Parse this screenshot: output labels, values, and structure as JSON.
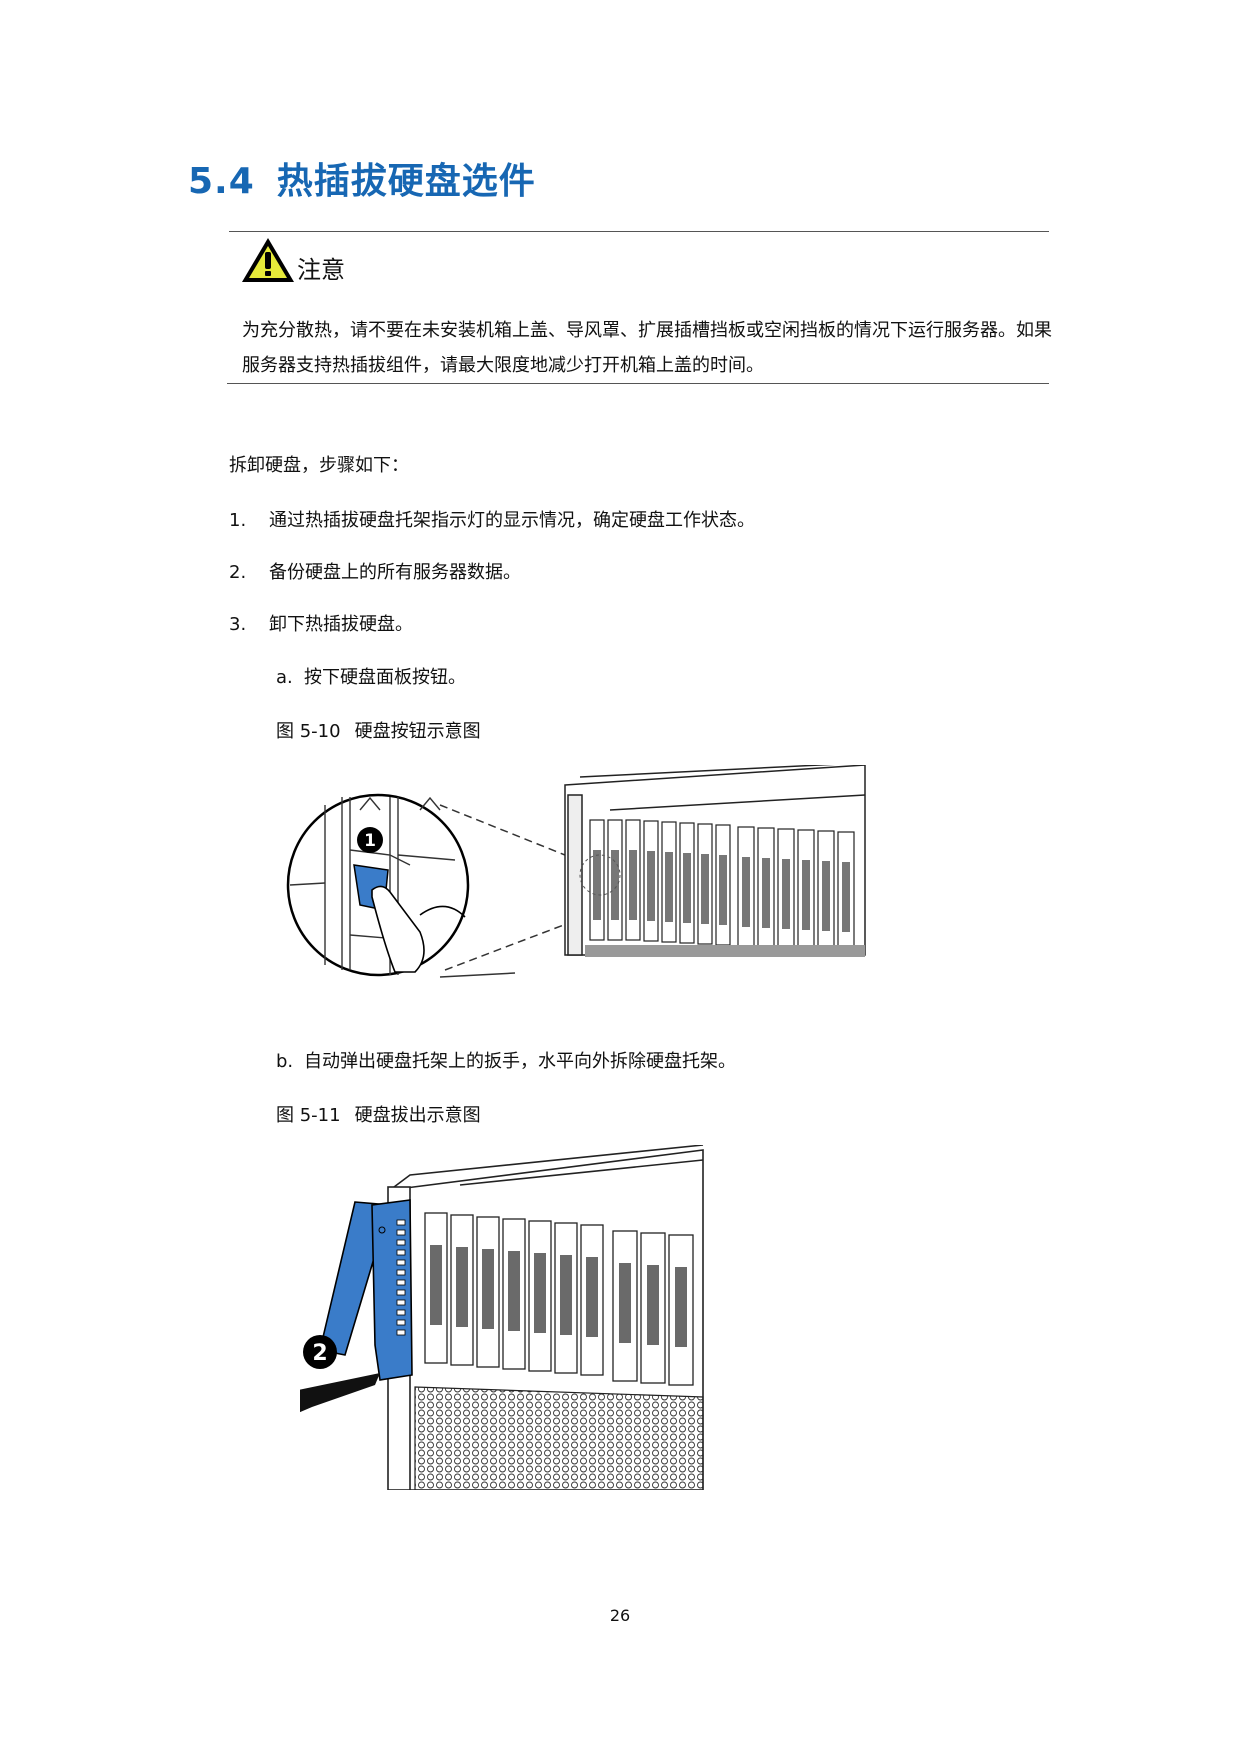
{
  "section": {
    "number": "5.4",
    "title": "热插拔硬盘选件",
    "color": "#1767b3"
  },
  "notice": {
    "icon": "warning-triangle-icon",
    "label": "注意",
    "text": "为充分散热，请不要在未安装机箱上盖、导风罩、扩展插槽挡板或空闲挡板的情况下运行服务器。如果服务器支持热插拔组件，请最大限度地减少打开机箱上盖的时间。"
  },
  "procedure": {
    "intro": "拆卸硬盘，步骤如下：",
    "steps": [
      {
        "num": "1.",
        "text": "通过热插拔硬盘托架指示灯的显示情况，确定硬盘工作状态。"
      },
      {
        "num": "2.",
        "text": "备份硬盘上的所有服务器数据。"
      },
      {
        "num": "3.",
        "text": "卸下热插拔硬盘。"
      }
    ],
    "substeps": [
      {
        "letter": "a.",
        "text": "按下硬盘面板按钮。"
      },
      {
        "letter": "b.",
        "text": "自动弹出硬盘托架上的扳手，水平向外拆除硬盘托架。"
      }
    ]
  },
  "figures": [
    {
      "number": "图 5-10",
      "caption": "硬盘按钮示意图",
      "callout": "1",
      "accent": "#3a7cc9"
    },
    {
      "number": "图 5-11",
      "caption": "硬盘拔出示意图",
      "callout": "2",
      "accent": "#3a7cc9"
    }
  ],
  "footer": {
    "page_number": "26"
  }
}
